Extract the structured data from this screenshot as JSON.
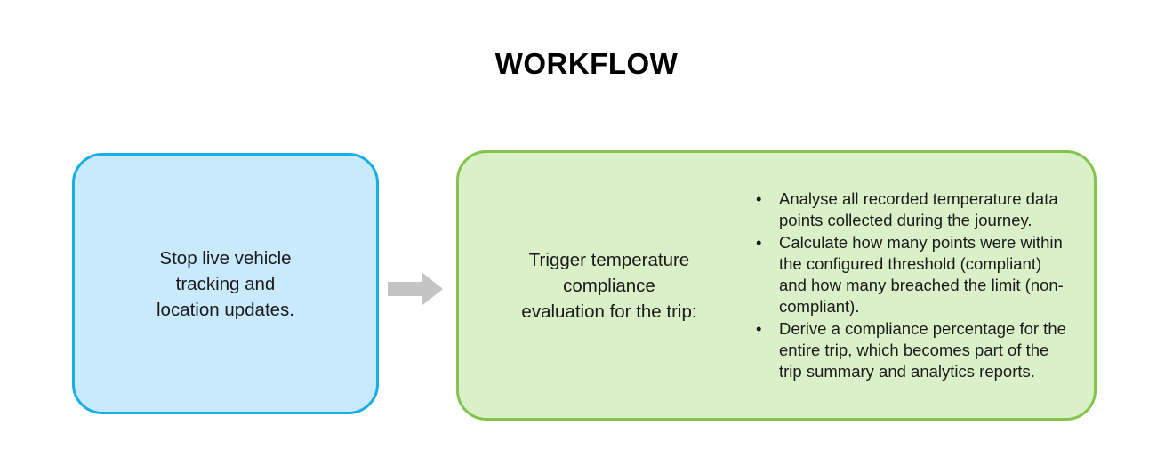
{
  "title": "WORKFLOW",
  "colors": {
    "blue_fill": "#c8eafc",
    "blue_border": "#15aee5",
    "green_fill": "#daf0c8",
    "green_border": "#84c44e",
    "arrow": "#c4c4c4",
    "text": "#1a1a1a",
    "background": "#ffffff"
  },
  "nodes": {
    "stop_tracking": {
      "text": "Stop live vehicle\ntracking and\nlocation updates."
    },
    "compliance_eval": {
      "label": "Trigger temperature\ncompliance\nevaluation for the trip:",
      "bullet_glyph": "•",
      "bullets": [
        "Analyse all recorded temperature data points collected during the journey.",
        "Calculate how many points were within the configured threshold (compliant) and how many breached the limit (non-compliant).",
        "Derive a compliance percentage for the entire trip, which becomes part of the trip summary and analytics reports."
      ]
    }
  },
  "connector": {
    "direction": "right",
    "from": "stop_tracking",
    "to": "compliance_eval"
  }
}
